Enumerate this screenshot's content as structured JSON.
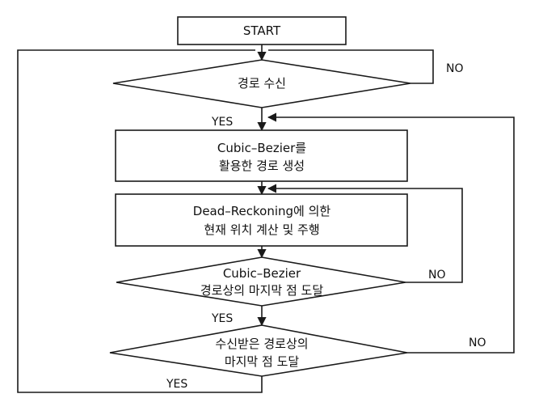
{
  "diagram": {
    "start": {
      "label": "START"
    },
    "decision_receive": {
      "label": "경로 수신"
    },
    "process_generate": {
      "line1": "Cubic–Bezier를",
      "line2": "활용한 경로 생성"
    },
    "process_drive": {
      "line1": "Dead–Reckoning에 의한",
      "line2": "현재 위치 계산 및 주행"
    },
    "decision_endpoint": {
      "line1": "Cubic–Bezier",
      "line2": "경로상의 마지막 점 도달"
    },
    "decision_received_endpoint": {
      "line1": "수신받은 경로상의",
      "line2": "마지막 점 도달"
    },
    "edges": {
      "no_receive": "NO",
      "yes_receive": "YES",
      "no_endpoint": "NO",
      "yes_endpoint": "YES",
      "no_received_endpoint": "NO",
      "yes_received_endpoint": "YES"
    },
    "colors": {
      "stroke": "#1a1a1a",
      "fill": "#ffffff",
      "text": "#111111"
    }
  }
}
